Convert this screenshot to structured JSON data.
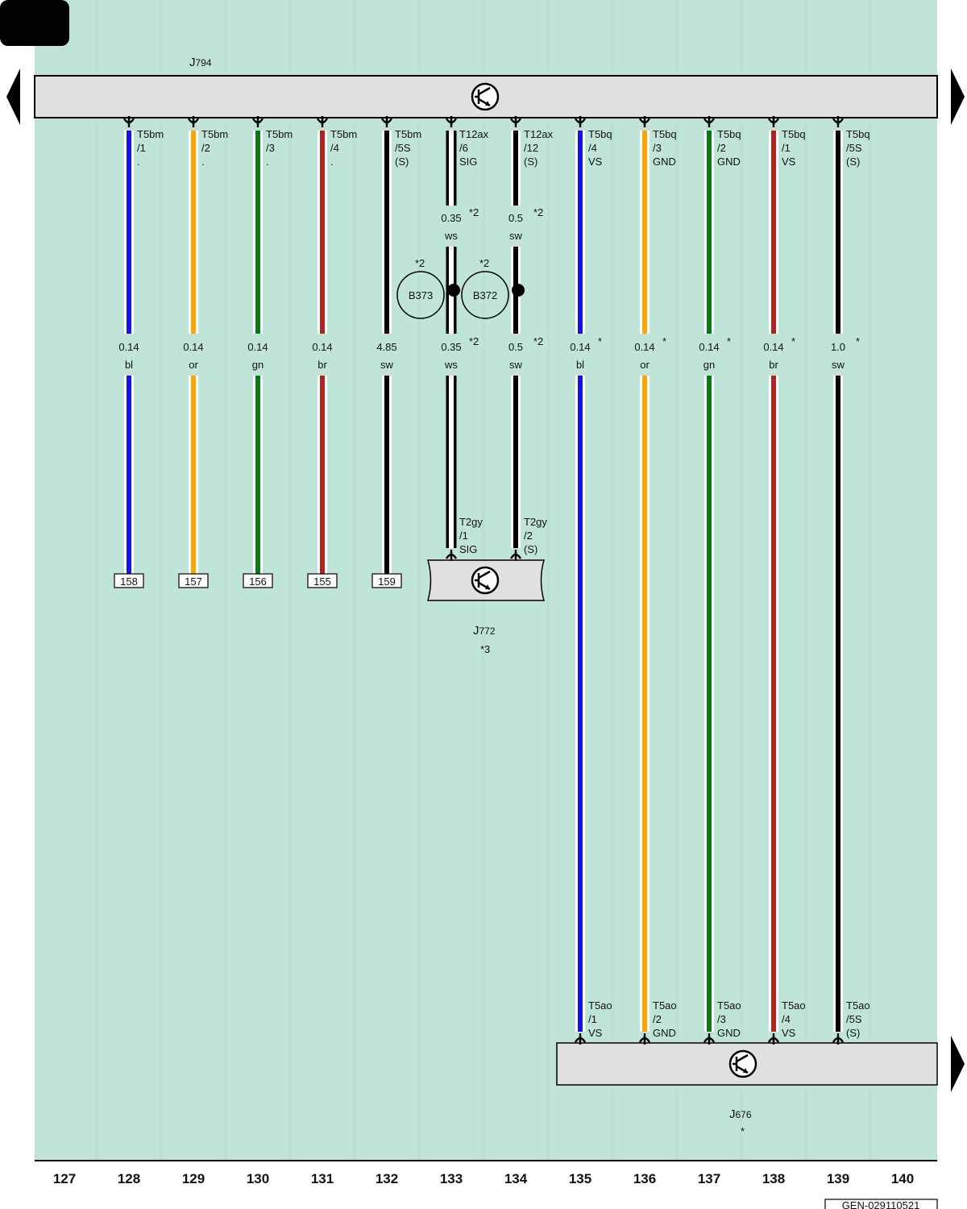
{
  "corner_tab": {
    "label": ""
  },
  "nav": {
    "prev": "previous-page",
    "next": "next-page"
  },
  "components": [
    {
      "name": "J",
      "sub": "794",
      "note": ""
    },
    {
      "name": "J",
      "sub": "772",
      "note": "*3"
    },
    {
      "name": "J",
      "sub": "676",
      "note": "*"
    }
  ],
  "sensors": [
    {
      "label": "B373",
      "note": "*2"
    },
    {
      "label": "B372",
      "note": "*2"
    }
  ],
  "wires": [
    {
      "col": 128,
      "color": "#1414e6",
      "stripe": "#ffffff",
      "top": [
        "T5bm",
        "/1",
        "."
      ],
      "gauge": "0.14",
      "code": "bl",
      "note": "",
      "end": "158",
      "bottom": null
    },
    {
      "col": 129,
      "color": "#ffa500",
      "stripe": "#ffffff",
      "top": [
        "T5bm",
        "/2",
        "."
      ],
      "gauge": "0.14",
      "code": "or",
      "note": "",
      "end": "157",
      "bottom": null
    },
    {
      "col": 130,
      "color": "#0a7a14",
      "stripe": "#ffffff",
      "top": [
        "T5bm",
        "/3",
        "."
      ],
      "gauge": "0.14",
      "code": "gn",
      "note": "",
      "end": "156",
      "bottom": null
    },
    {
      "col": 131,
      "color": "#b22222",
      "stripe": "#ffffff",
      "top": [
        "T5bm",
        "/4",
        "."
      ],
      "gauge": "0.14",
      "code": "br",
      "note": "",
      "end": "155",
      "bottom": null
    },
    {
      "col": 132,
      "color": "#000000",
      "stripe": "#ffffff",
      "top": [
        "T5bm",
        "/5S",
        "(S)"
      ],
      "gauge": "4.85",
      "code": "sw",
      "note": "",
      "end": "159",
      "bottom": null
    },
    {
      "col": 133,
      "color": "#ffffff",
      "stripe": "#000000",
      "top": [
        "T12ax",
        "/6",
        "SIG"
      ],
      "gauge": "0.35",
      "code": "ws",
      "note": "*2",
      "upper_gauge": "0.35",
      "upper_code": "ws",
      "upper_note": "*2",
      "end": null,
      "bottom": [
        "T2gy",
        "/1",
        "SIG"
      ]
    },
    {
      "col": 134,
      "color": "#000000",
      "stripe": "#ffffff",
      "top": [
        "T12ax",
        "/12",
        "(S)"
      ],
      "gauge": "0.5",
      "code": "sw",
      "note": "*2",
      "upper_gauge": "0.5",
      "upper_code": "sw",
      "upper_note": "*2",
      "end": null,
      "bottom": [
        "T2gy",
        "/2",
        "(S)"
      ]
    },
    {
      "col": 135,
      "color": "#1414e6",
      "stripe": "#ffffff",
      "top": [
        "T5bq",
        "/4",
        "VS"
      ],
      "gauge": "0.14",
      "code": "bl",
      "note": "*",
      "end": null,
      "bottom": [
        "T5ao",
        "/1",
        "VS"
      ]
    },
    {
      "col": 136,
      "color": "#ffa500",
      "stripe": "#ffffff",
      "top": [
        "T5bq",
        "/3",
        "GND"
      ],
      "gauge": "0.14",
      "code": "or",
      "note": "*",
      "end": null,
      "bottom": [
        "T5ao",
        "/2",
        "GND"
      ]
    },
    {
      "col": 137,
      "color": "#0a7a14",
      "stripe": "#ffffff",
      "top": [
        "T5bq",
        "/2",
        "GND"
      ],
      "gauge": "0.14",
      "code": "gn",
      "note": "*",
      "end": null,
      "bottom": [
        "T5ao",
        "/3",
        "GND"
      ]
    },
    {
      "col": 138,
      "color": "#b22222",
      "stripe": "#ffffff",
      "top": [
        "T5bq",
        "/1",
        "VS"
      ],
      "gauge": "0.14",
      "code": "br",
      "note": "*",
      "end": null,
      "bottom": [
        "T5ao",
        "/4",
        "VS"
      ]
    },
    {
      "col": 139,
      "color": "#000000",
      "stripe": "#ffffff",
      "top": [
        "T5bq",
        "/5S",
        "(S)"
      ],
      "gauge": "1.0",
      "code": "sw",
      "note": "*",
      "end": null,
      "bottom": [
        "T5ao",
        "/5S",
        "(S)"
      ]
    }
  ],
  "columns": [
    "127",
    "128",
    "129",
    "130",
    "131",
    "132",
    "133",
    "134",
    "135",
    "136",
    "137",
    "138",
    "139",
    "140"
  ],
  "footer": {
    "code": "GEN-029110521"
  },
  "colors": {
    "background": "#c0e4d8",
    "component_fill": "#e0e0e0"
  }
}
